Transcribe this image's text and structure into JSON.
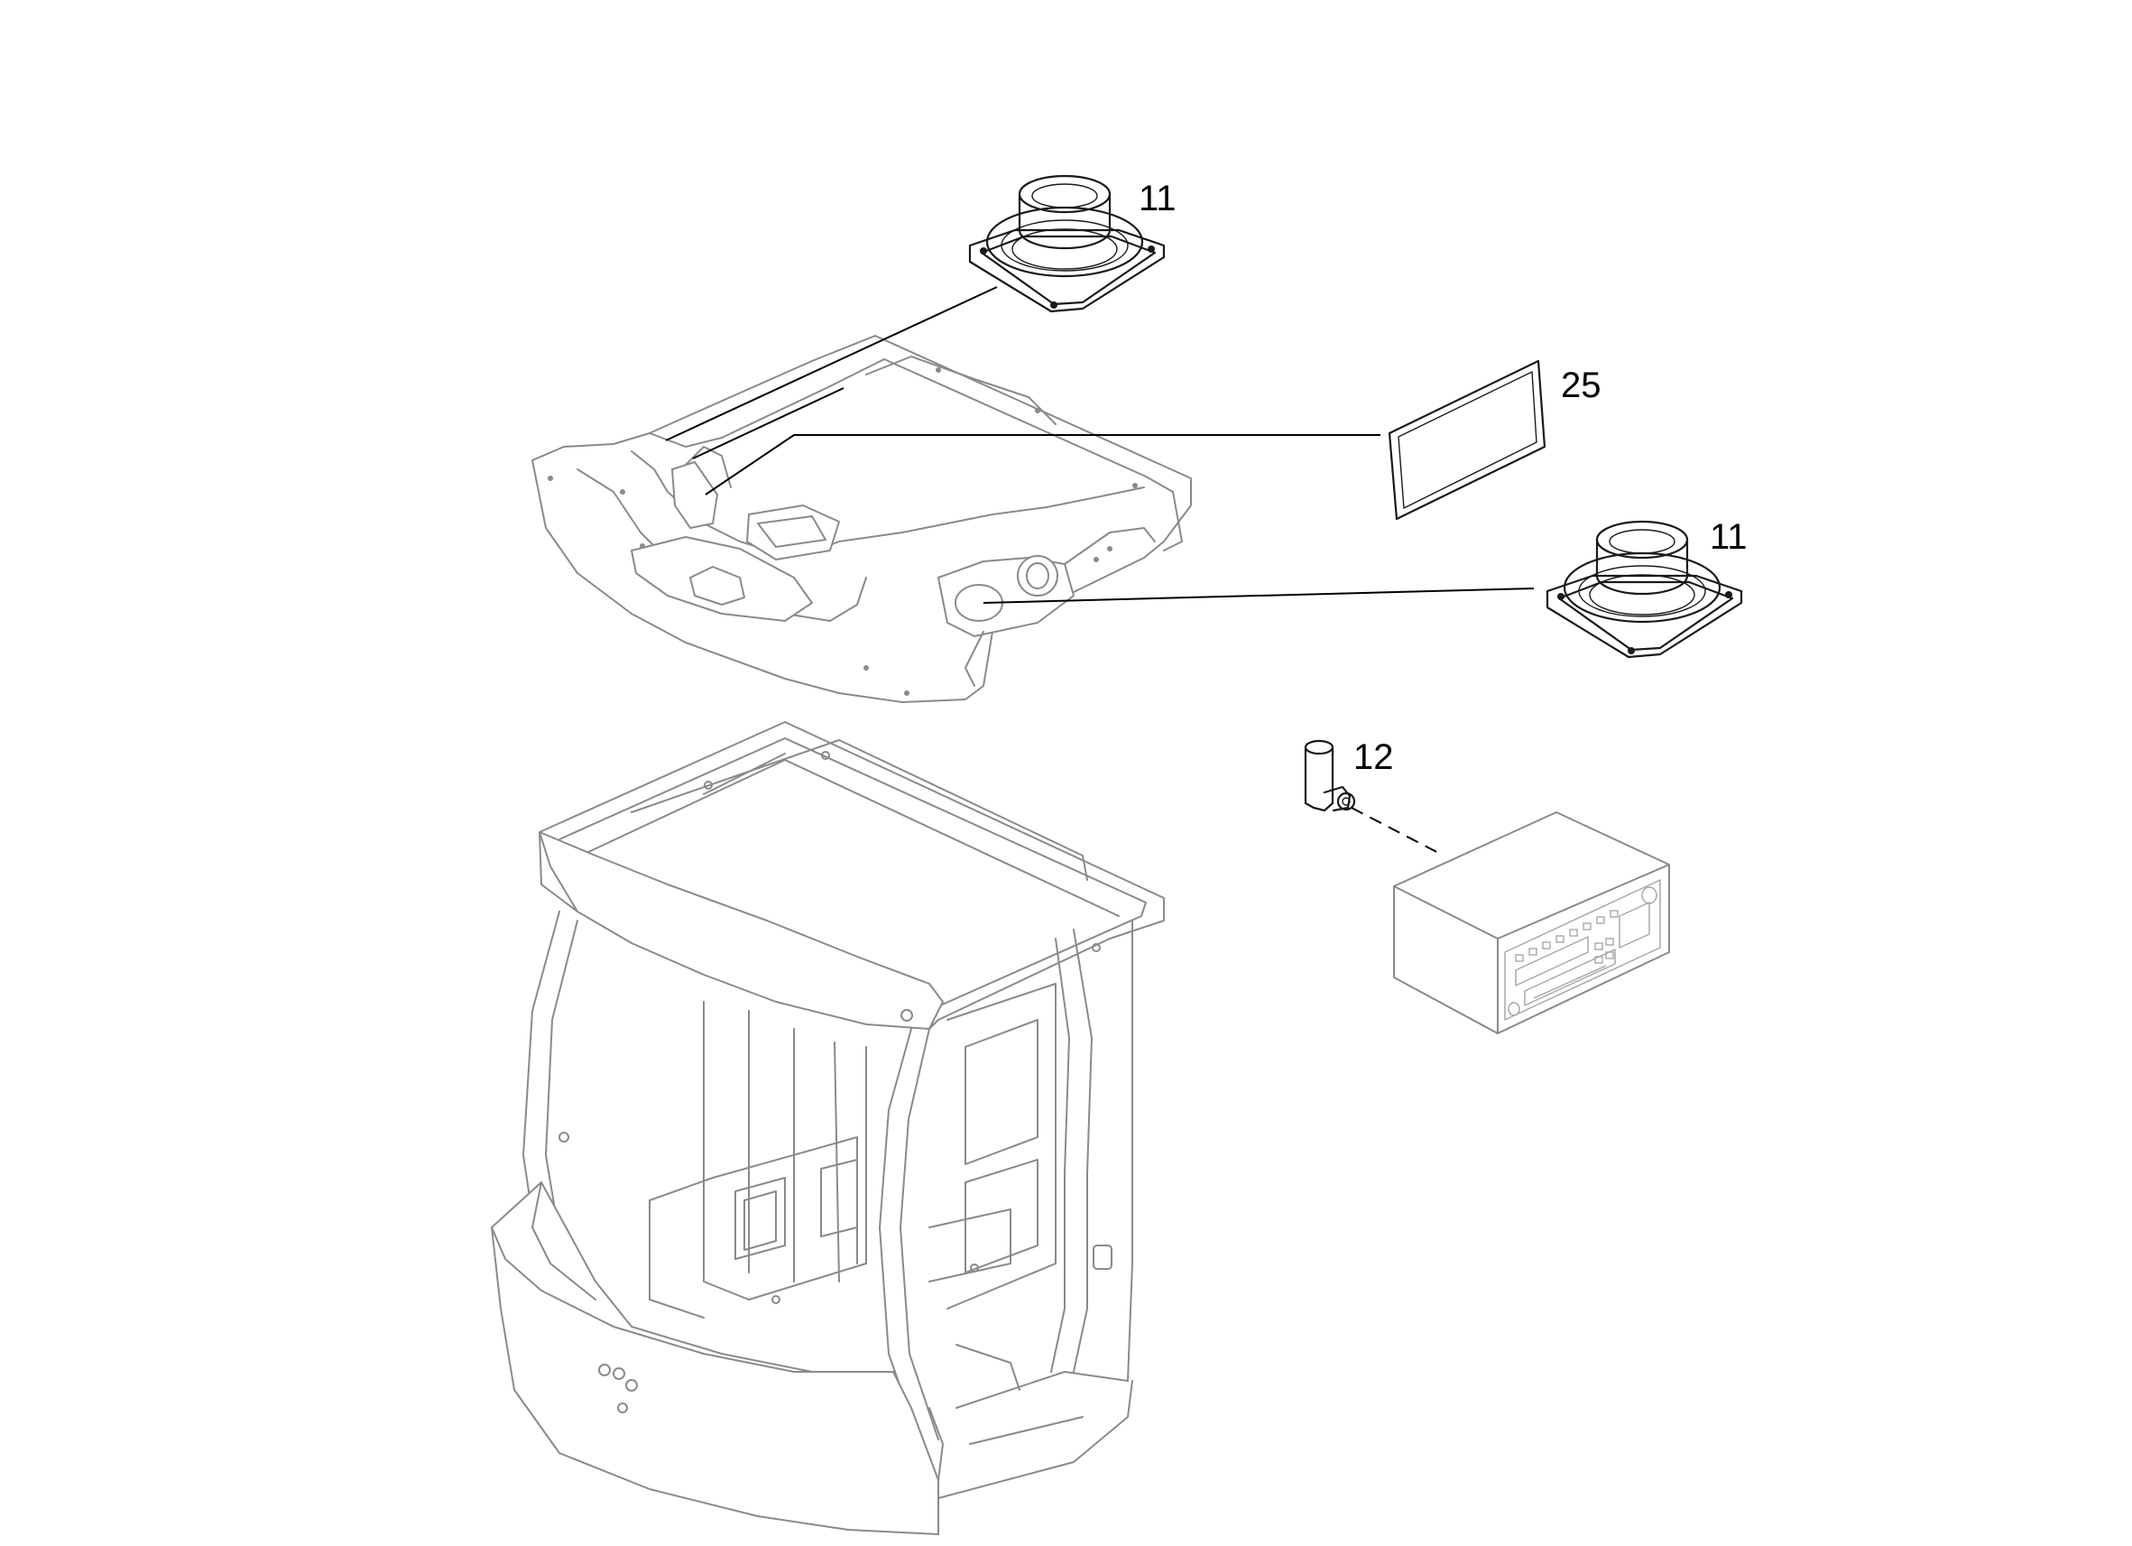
{
  "callouts": {
    "speaker_top": "11",
    "label_25": "25",
    "speaker_right": "11",
    "connector": "12"
  }
}
